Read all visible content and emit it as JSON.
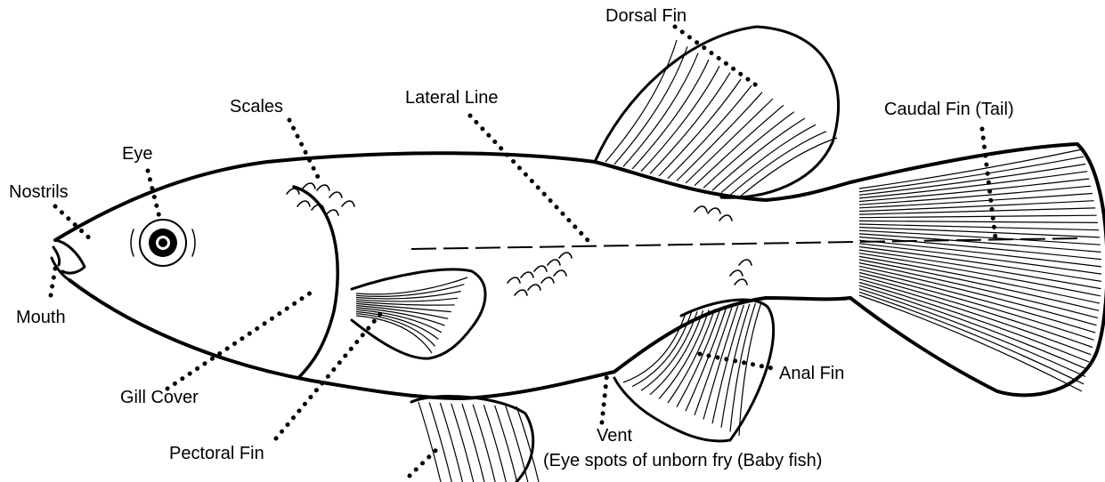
{
  "labels": {
    "dorsal_fin": "Dorsal Fin",
    "lateral_line": "Lateral Line",
    "scales": "Scales",
    "caudal_fin": "Caudal Fin (Tail)",
    "eye": "Eye",
    "nostrils": "Nostrils",
    "mouth": "Mouth",
    "gill_cover": "Gill Cover",
    "pectoral_fin": "Pectoral Fin",
    "vent": "Vent",
    "eye_spots": "(Eye spots of unborn fry (Baby fish)",
    "anal_fin": "Anal Fin"
  },
  "colors": {
    "ink": "#000000",
    "background": "#ffffff"
  }
}
